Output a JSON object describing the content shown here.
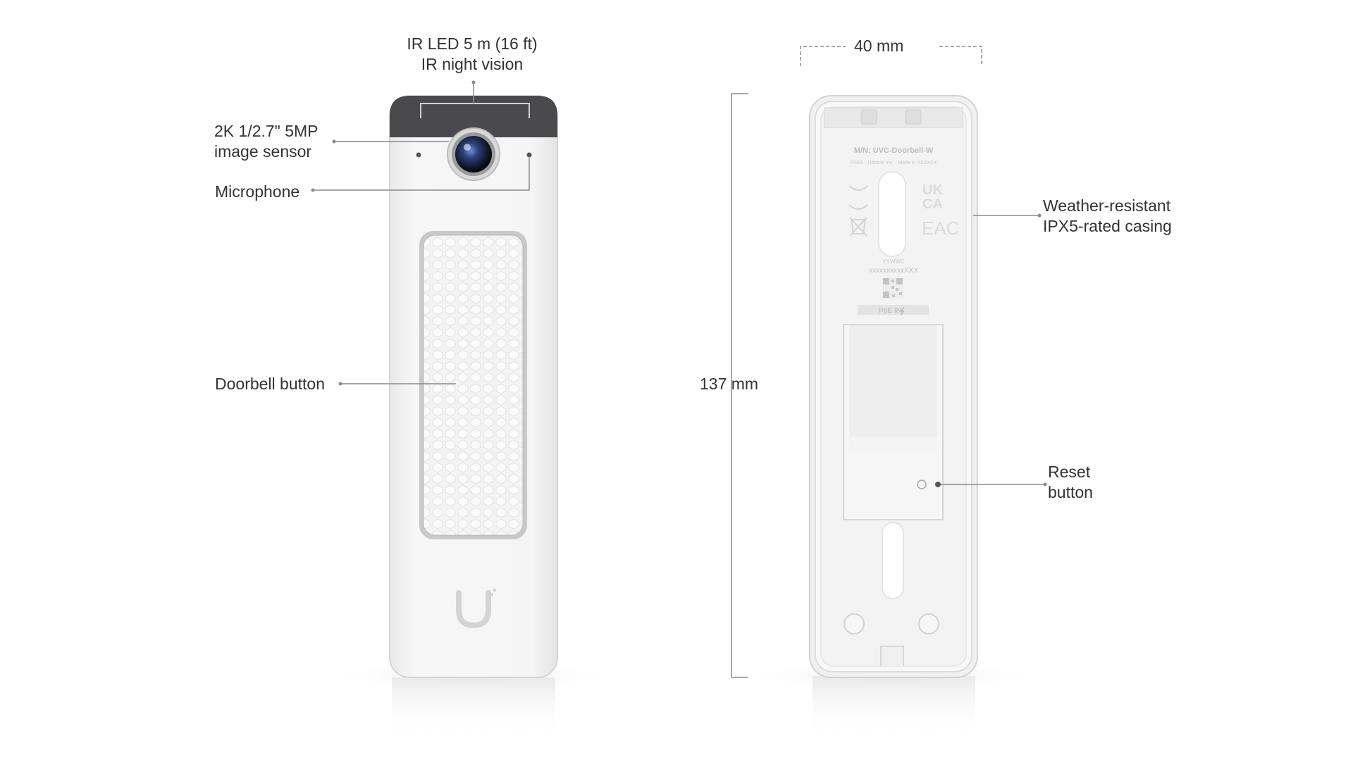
{
  "callouts": {
    "ir_led": {
      "line1": "IR LED 5 m (16 ft)",
      "line2": "IR night vision"
    },
    "image_sensor": {
      "line1": "2K 1/2.7\" 5MP",
      "line2": "image sensor"
    },
    "microphone": "Microphone",
    "doorbell_button": "Doorbell button",
    "casing": {
      "line1": "Weather-resistant",
      "line2": "IPX5-rated casing"
    },
    "reset_button": {
      "line1": "Reset",
      "line2": "button"
    }
  },
  "dimensions": {
    "width": "40 mm",
    "height": "137 mm"
  },
  "back_markings": {
    "model": "M/N: UVC-Doorbell-W",
    "maker": "FREE · Ubiquiti Inc. · Made in XXXXXX",
    "date_code": "YYWWC",
    "serial": "xxxxxxxxxxXXX",
    "power_port": "PoE IN",
    "ukca_top": "UK",
    "ukca_bottom": "CA",
    "eac": "EAC"
  },
  "icons": {
    "logo": "ubiquiti-u-logo",
    "qr": "qr-code-icon",
    "reset": "reset-circle-icon"
  },
  "colors": {
    "body": "#f3f3f3",
    "top_band": "#4a4a4c",
    "text": "#333333",
    "leader": "#8a8a8a"
  }
}
